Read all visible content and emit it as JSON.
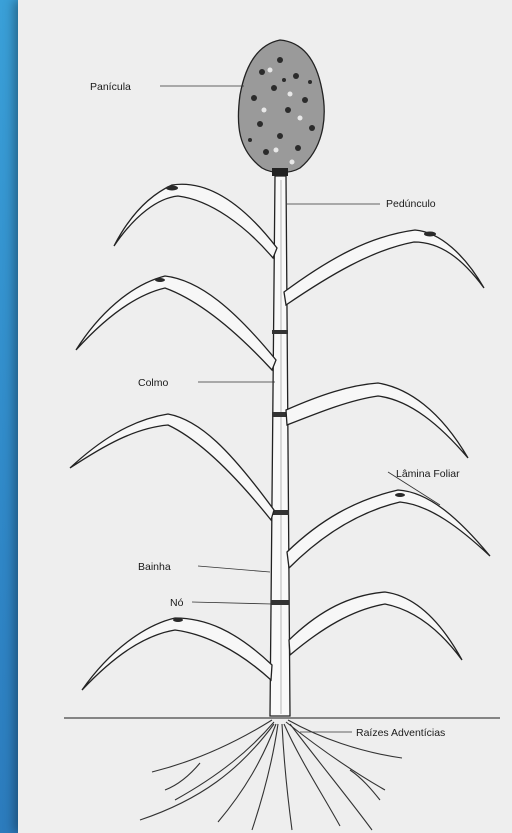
{
  "labels": {
    "panicula": "Panícula",
    "peduncle": "Pedúnculo",
    "colmo": "Colmo",
    "lamina": "Lâmina Foliar",
    "bainha": "Bainha",
    "no": "Nó",
    "raizes": "Raízes Adventícias"
  },
  "colors": {
    "background_gradient_start": "#3aa0d8",
    "background_gradient_end": "#2a74b6",
    "panel": "#eeeeee",
    "ink": "#1a1a1a"
  }
}
